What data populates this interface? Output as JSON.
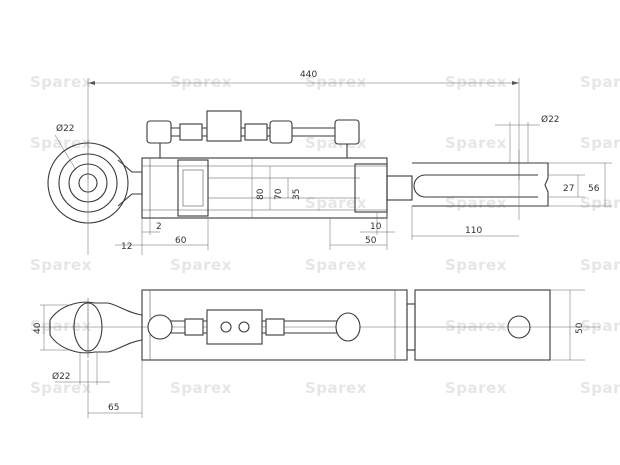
{
  "watermark": "Sparex",
  "dimensions": {
    "overall_length": "440",
    "eye_diameter": "Ø22",
    "fork_pin_diameter": "Ø22",
    "fork_gap": "27",
    "fork_height": "56",
    "cyl_80": "80",
    "cyl_70": "70",
    "cyl_35": "35",
    "offset_2": "2",
    "offset_12": "12",
    "offset_60": "60",
    "offset_10": "10",
    "offset_50": "50",
    "fork_length": "110",
    "eye_width": "40",
    "side_diameter": "Ø22",
    "eye_offset": "65",
    "fork_width": "50"
  }
}
